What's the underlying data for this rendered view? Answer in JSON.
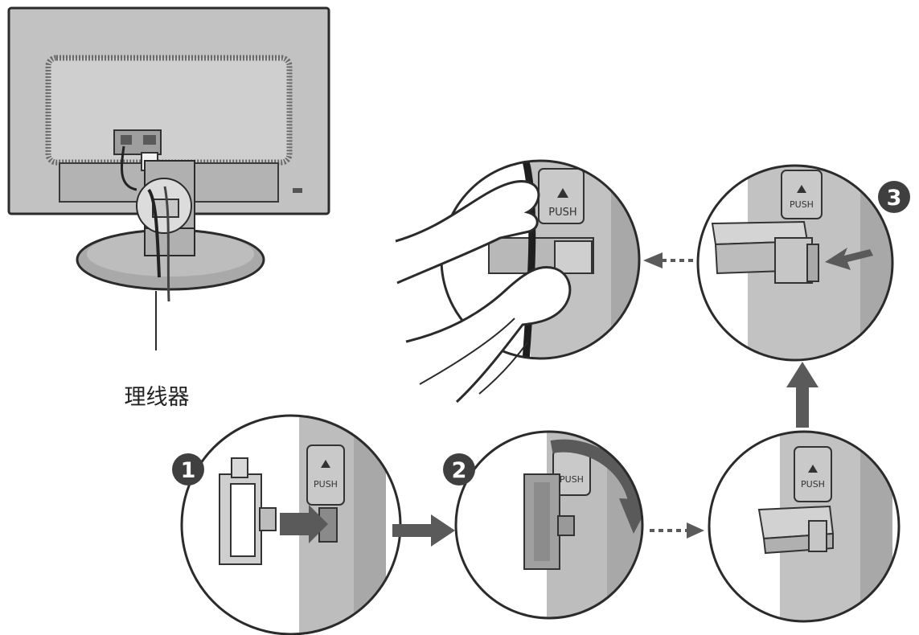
{
  "callout": {
    "label": "理线器"
  },
  "steps": [
    {
      "number": "1"
    },
    {
      "number": "2"
    },
    {
      "number": "3"
    }
  ],
  "panel_text": {
    "push": "PUSH"
  },
  "colors": {
    "panel_gray": "#bdbdbd",
    "frame_dark": "#6f6f6f",
    "stand_gray": "#a9a9a9",
    "arrow_dark": "#5a5a5a",
    "badge": "#3f3f3f",
    "outline": "#2b2b2b"
  }
}
